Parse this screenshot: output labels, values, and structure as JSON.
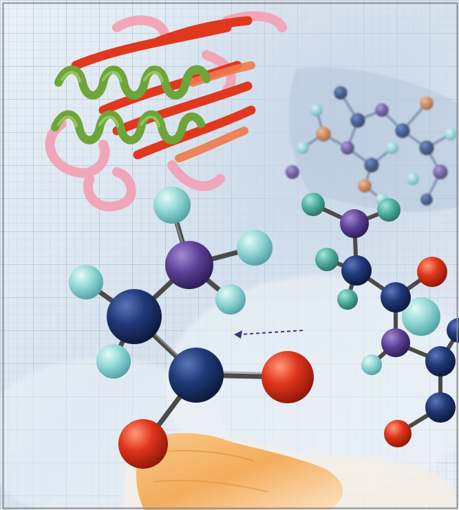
{
  "image": {
    "subject": "molecular-illustration",
    "colors": {
      "background": "#dfe8f1",
      "grid": "#9fb4c9",
      "border": "#8c8c8c",
      "carbon": "#1c2f63",
      "nitrogen": "#5b3f95",
      "hydrogen": "#8fd6d4",
      "oxygen": "#e0361c",
      "orange_atom": "#d3733b",
      "ribbon_red": "#e0381e",
      "ribbon_green": "#6da53a",
      "ribbon_pink": "#f3a2b6",
      "hand": "#f3ad5c",
      "arrow": "#2d3f77"
    },
    "elements": [
      "protein-ribbon",
      "background-molecule",
      "foreground-molecule",
      "hand",
      "dashed-arrow",
      "grid-paper"
    ]
  }
}
